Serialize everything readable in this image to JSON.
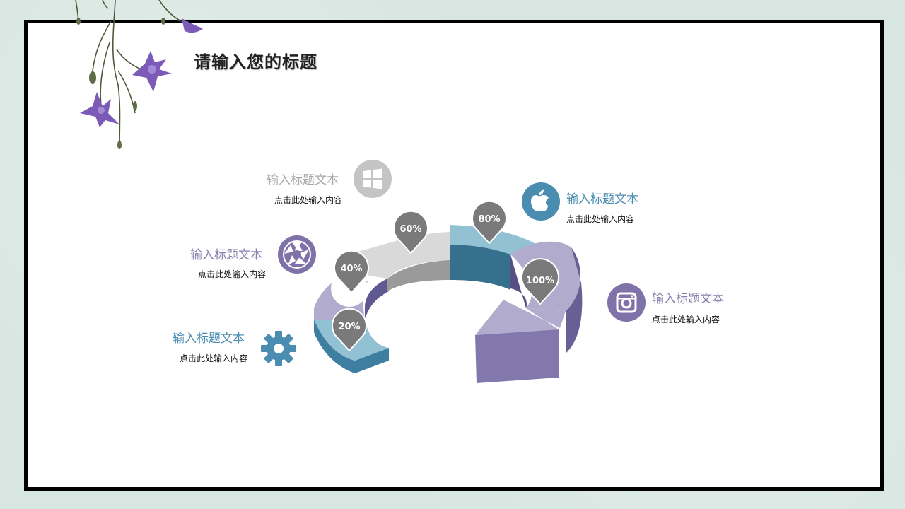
{
  "slide": {
    "title": "请输入您的标题"
  },
  "colors": {
    "blue": "#4a8db1",
    "lightblue": "#92c1d4",
    "gray": "#b7b7b7",
    "purple": "#7f72a8",
    "lightpurple": "#b1acce",
    "marker": "#7a7a7a"
  },
  "diagram": {
    "markers": [
      {
        "label": "20%"
      },
      {
        "label": "40%"
      },
      {
        "label": "60%"
      },
      {
        "label": "80%"
      },
      {
        "label": "100%"
      }
    ]
  },
  "items": [
    {
      "title": "输入标题文本",
      "desc": "点击此处输入内容",
      "icon": "windows-icon",
      "color": "#b7b7b7"
    },
    {
      "title": "输入标题文本",
      "desc": "点击此处输入内容",
      "icon": "aperture-icon",
      "color": "#7f72a8"
    },
    {
      "title": "输入标题文本",
      "desc": "点击此处输入内容",
      "icon": "gear-icon",
      "color": "#4a8db1"
    },
    {
      "title": "输入标题文本",
      "desc": "点击此处输入内容",
      "icon": "apple-icon",
      "color": "#4a8db1"
    },
    {
      "title": "输入标题文本",
      "desc": "点击此处输入内容",
      "icon": "instagram-icon",
      "color": "#7f72a8"
    }
  ]
}
